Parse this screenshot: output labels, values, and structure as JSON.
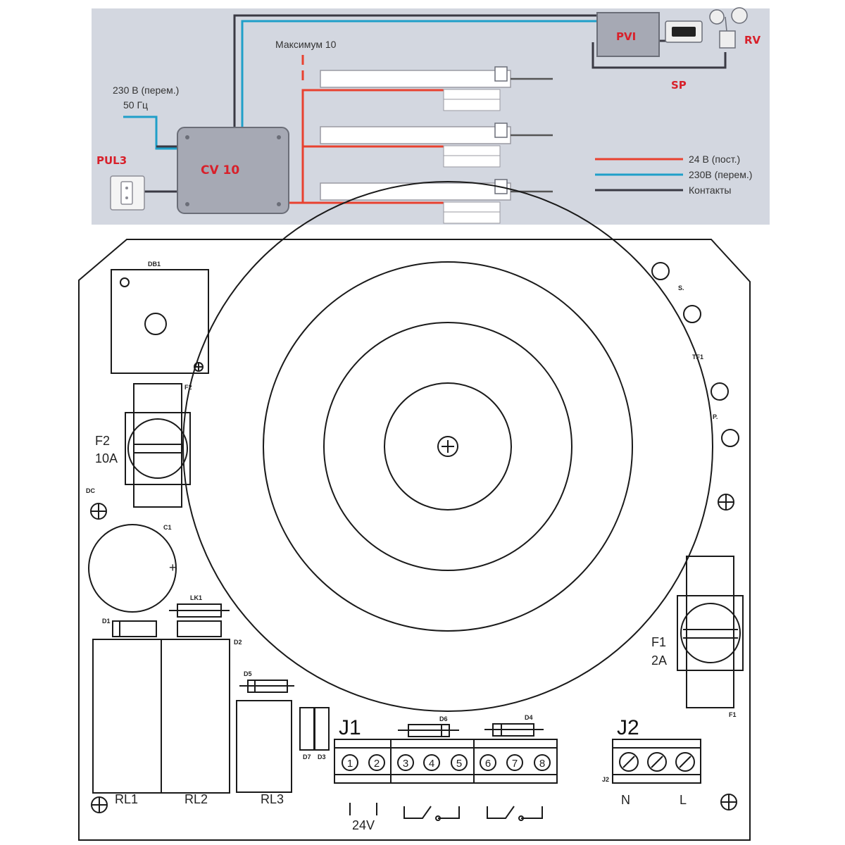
{
  "wiring": {
    "labels": {
      "power_in_line1": "230 В (перем.)",
      "power_in_line2": "50 Гц",
      "max": "Максимум 10",
      "pul3": "PUL3",
      "cv10": "CV 10",
      "pvi": "PVI",
      "rv": "RV",
      "sp": "SP"
    },
    "legend": [
      {
        "label": "24 В (пост.)",
        "color": "#e8412f"
      },
      {
        "label": "230В (перем.)",
        "color": "#1f9fc9"
      },
      {
        "label": "Контакты",
        "color": "#3a3a44"
      }
    ],
    "colors": {
      "panel_bg": "#d3d7e0",
      "box_fill": "#a6a9b4",
      "brand_red": "#d8202a"
    }
  },
  "pcb": {
    "labels": {
      "db1": "DB1",
      "f2_tag": "F2",
      "f2_line1": "F2",
      "f2_line2": "10A",
      "dc": "DC",
      "c1": "C1",
      "lk1": "LK1",
      "d1": "D1",
      "d2": "D2",
      "d5": "D5",
      "d7": "D7",
      "d3": "D3",
      "d6": "D6",
      "d4": "D4",
      "s_led": "S.",
      "tf1": "TF1",
      "p_led": "P.",
      "f1_line1": "F1",
      "f1_line2": "2A",
      "f1_tag": "F1",
      "rl1": "RL1",
      "rl2": "RL2",
      "rl3": "RL3",
      "j1": "J1",
      "j2": "J2",
      "j2_tag": "J2",
      "v24": "24V",
      "n": "N",
      "l": "L"
    },
    "terminals_j1": [
      "1",
      "2",
      "3",
      "4",
      "5",
      "6",
      "7",
      "8"
    ]
  }
}
